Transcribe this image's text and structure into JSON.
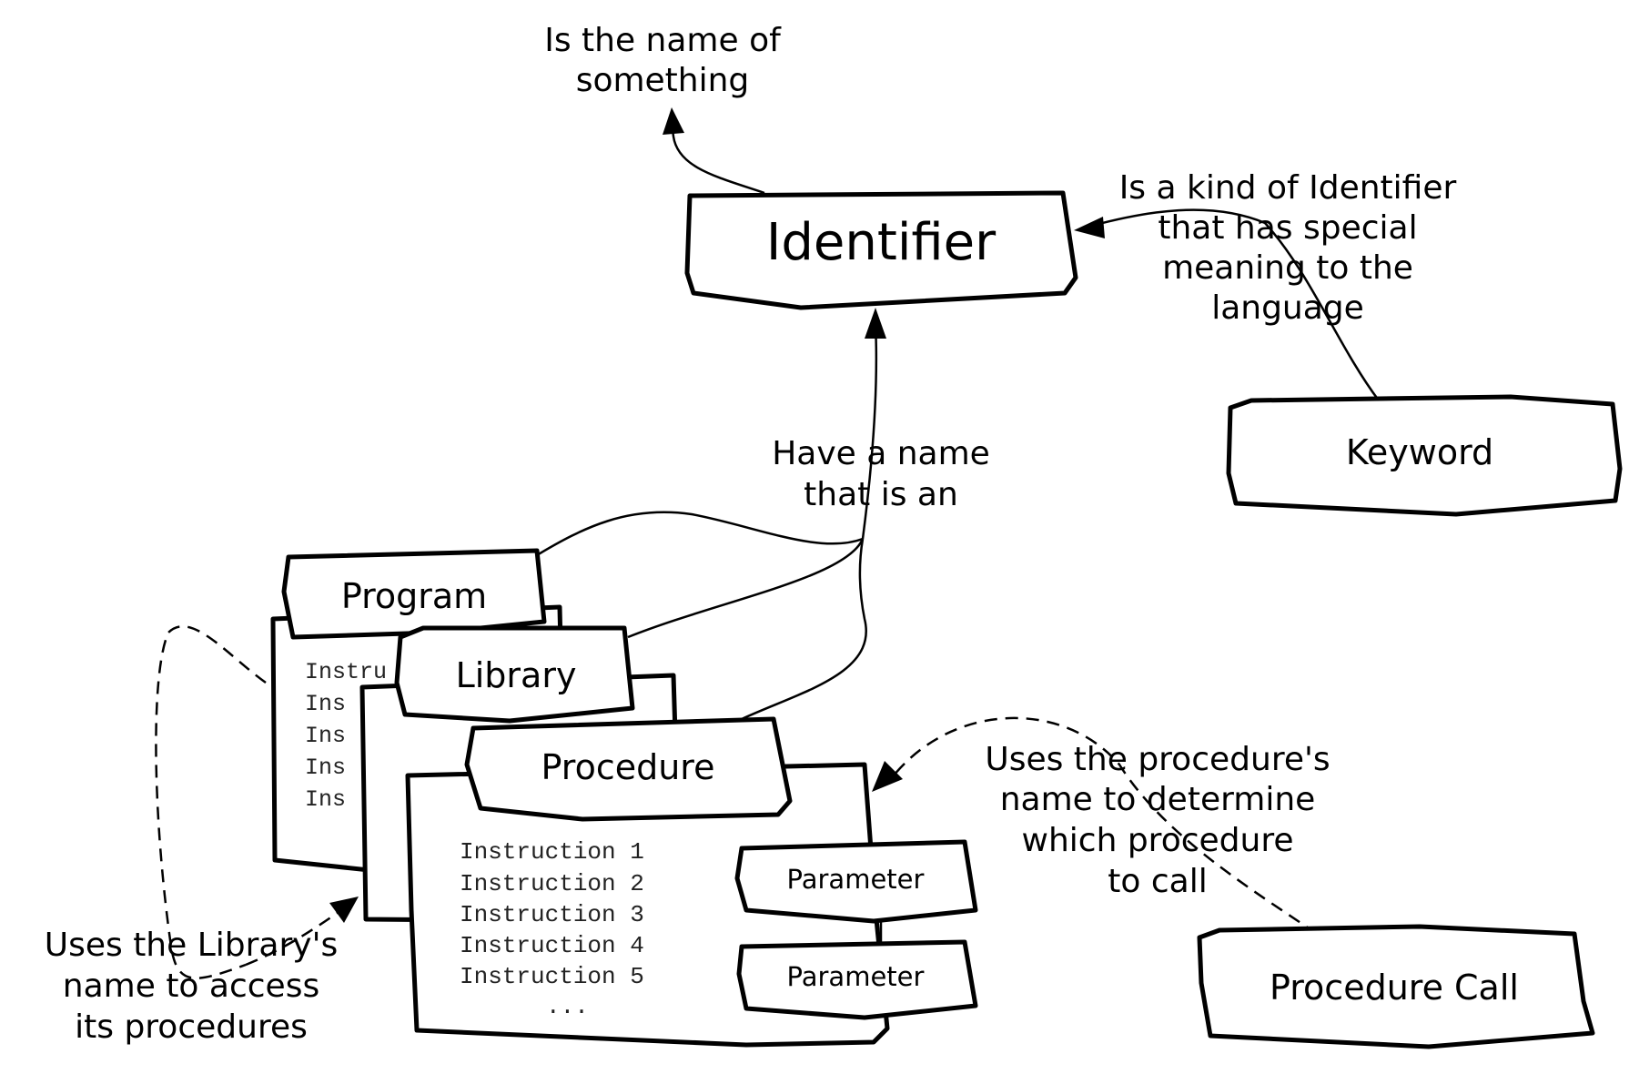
{
  "nodes": {
    "identifier": "Identifier",
    "keyword": "Keyword",
    "program": "Program",
    "library": "Library",
    "procedure": "Procedure",
    "parameter_1": "Parameter",
    "parameter_2": "Parameter",
    "procedure_call": "Procedure Call"
  },
  "program_instructions": [
    "Instru",
    "Ins",
    "Ins",
    "Ins",
    "Ins"
  ],
  "procedure_instructions": [
    "Instruction 1",
    "Instruction 2",
    "Instruction 3",
    "Instruction 4",
    "Instruction 5",
    "..."
  ],
  "annotations": {
    "name_of_something": [
      "Is the name of",
      "something"
    ],
    "keyword_kind": [
      "Is a kind of Identifier",
      "that has special",
      "meaning to the",
      "language"
    ],
    "have_name": [
      "Have a name",
      "that is an"
    ],
    "procedure_call_uses": [
      "Uses the procedure's",
      "name to determine",
      "which procedure",
      "to call"
    ],
    "library_uses": [
      "Uses the Library's",
      "name to access",
      "its procedures"
    ]
  }
}
